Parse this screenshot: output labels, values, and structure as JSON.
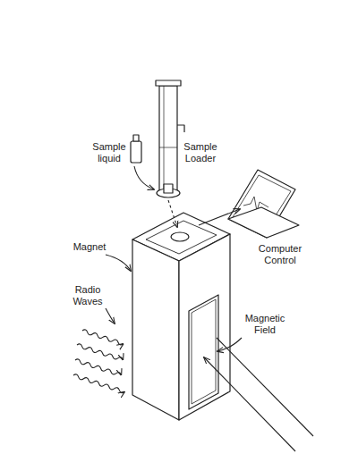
{
  "diagram": {
    "labels": [
      "Sample liquid",
      "Sample Loader",
      "Computer Control",
      "Magnet",
      "Radio Waves",
      "Magnetic Field"
    ]
  }
}
